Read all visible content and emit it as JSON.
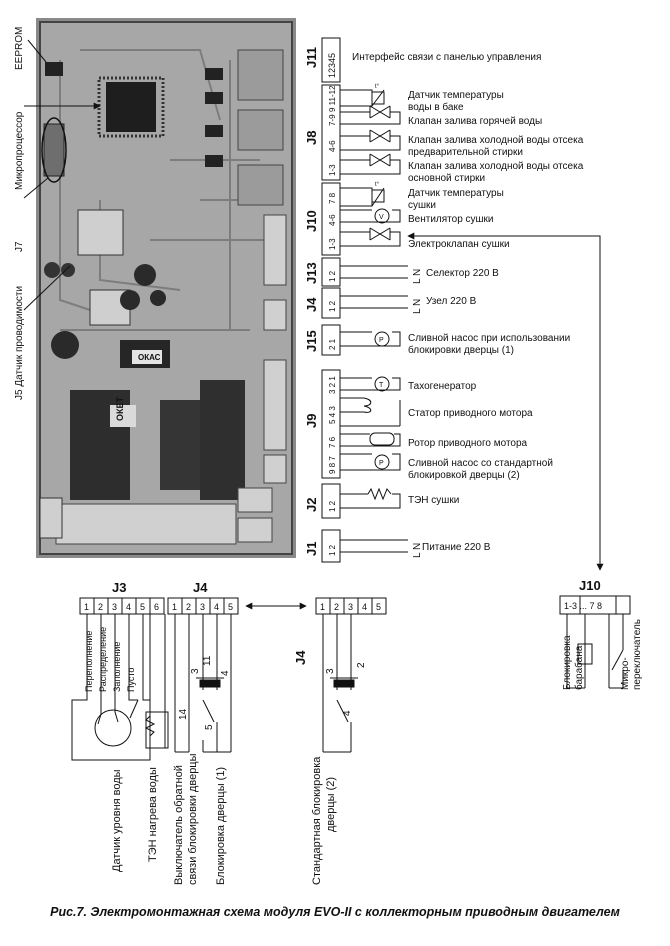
{
  "board_labels": {
    "eeprom": "EEPROM",
    "microprocessor": "Микропроцессор",
    "j7": "J7",
    "conductivity_sensor": "J5 Датчик проводимости"
  },
  "board_marks": {
    "mark1": "ОКЕТ",
    "mark2": "ОКАС"
  },
  "connectors": {
    "j11": {
      "name": "J11",
      "pins": "12345",
      "desc": "Интерфейс связи с панелью управления"
    },
    "j8": {
      "name": "J8",
      "pins": [
        "9 11-12",
        "7-9",
        "4-6",
        "1-3"
      ],
      "desc": [
        "Датчик температуры",
        "воды в баке",
        "Клапан залива горячей воды",
        "Клапан залива холодной воды отсека",
        "предварительной стирки",
        "Клапан залива холодной воды отсека",
        "основной стирки"
      ]
    },
    "j10": {
      "name": "J10",
      "pins": [
        "7 8",
        "4-6",
        "1-3"
      ],
      "desc": [
        "Датчик температуры",
        "сушки",
        "Вентилятор сушки",
        "Электроклапан сушки"
      ]
    },
    "j13": {
      "name": "J13",
      "pins": [
        "1 2"
      ],
      "ln": "L N",
      "desc": "Селектор  220 В"
    },
    "j4": {
      "name": "J4",
      "pins": [
        "1 2"
      ],
      "ln": "L N",
      "desc": "Узел  220 В"
    },
    "j15": {
      "name": "J15",
      "pins": [
        "2 1"
      ],
      "desc": [
        "Сливной насос при использовании",
        "блокировки дверцы (1)"
      ]
    },
    "j9": {
      "name": "J9",
      "pins": [
        "3 2 1",
        "5 4 3",
        "7 6",
        "9 8 7"
      ],
      "desc": [
        "Тахогенератор",
        "Статор приводного мотора",
        "Ротор приводного мотора",
        "Сливной насос со стандартной",
        "блокировкой дверцы (2)"
      ]
    },
    "j2": {
      "name": "J2",
      "pins": [
        "1 2"
      ],
      "desc": "ТЭН сушки"
    },
    "j1": {
      "name": "J1",
      "pins": [
        "1 2"
      ],
      "ln": "L N",
      "desc": "Питание 220 В"
    }
  },
  "symbols": {
    "temp": "t°",
    "fan": "V",
    "pump": "P",
    "tacho": "T"
  },
  "bottom": {
    "j3": {
      "name": "J3",
      "pins": [
        "1",
        "2",
        "3",
        "4",
        "5",
        "6"
      ],
      "wires": [
        "Переполнение",
        "Распределение",
        "Заполнение",
        "Пусто"
      ]
    },
    "j4a": {
      "name": "J4",
      "pins": [
        "1",
        "2",
        "3",
        "4",
        "5"
      ],
      "n11": "11",
      "n14": "14",
      "n3": "3",
      "n4": "4",
      "n5": "5"
    },
    "j4b": {
      "name": "J4",
      "pins": [
        "1",
        "2",
        "3",
        "4",
        "5"
      ],
      "n3": "3",
      "n2": "2",
      "n4": "4"
    },
    "j10b": {
      "name": "J10",
      "pins": "1-3   ...    7 8",
      "labels": [
        "Блокировка",
        "барабана",
        "Микро-",
        "переключатель"
      ]
    },
    "labels": [
      "Датчик уровня воды",
      "ТЭН нагрева воды",
      "Выключатель обратной",
      "связи блокировки дверцы",
      "Блокировка дверцы (1)",
      "Стандартная блокировка",
      "дверцы (2)"
    ]
  },
  "caption": "Рис.7. Электромонтажная схема модуля EVO-II с коллекторным приводным двигателем"
}
